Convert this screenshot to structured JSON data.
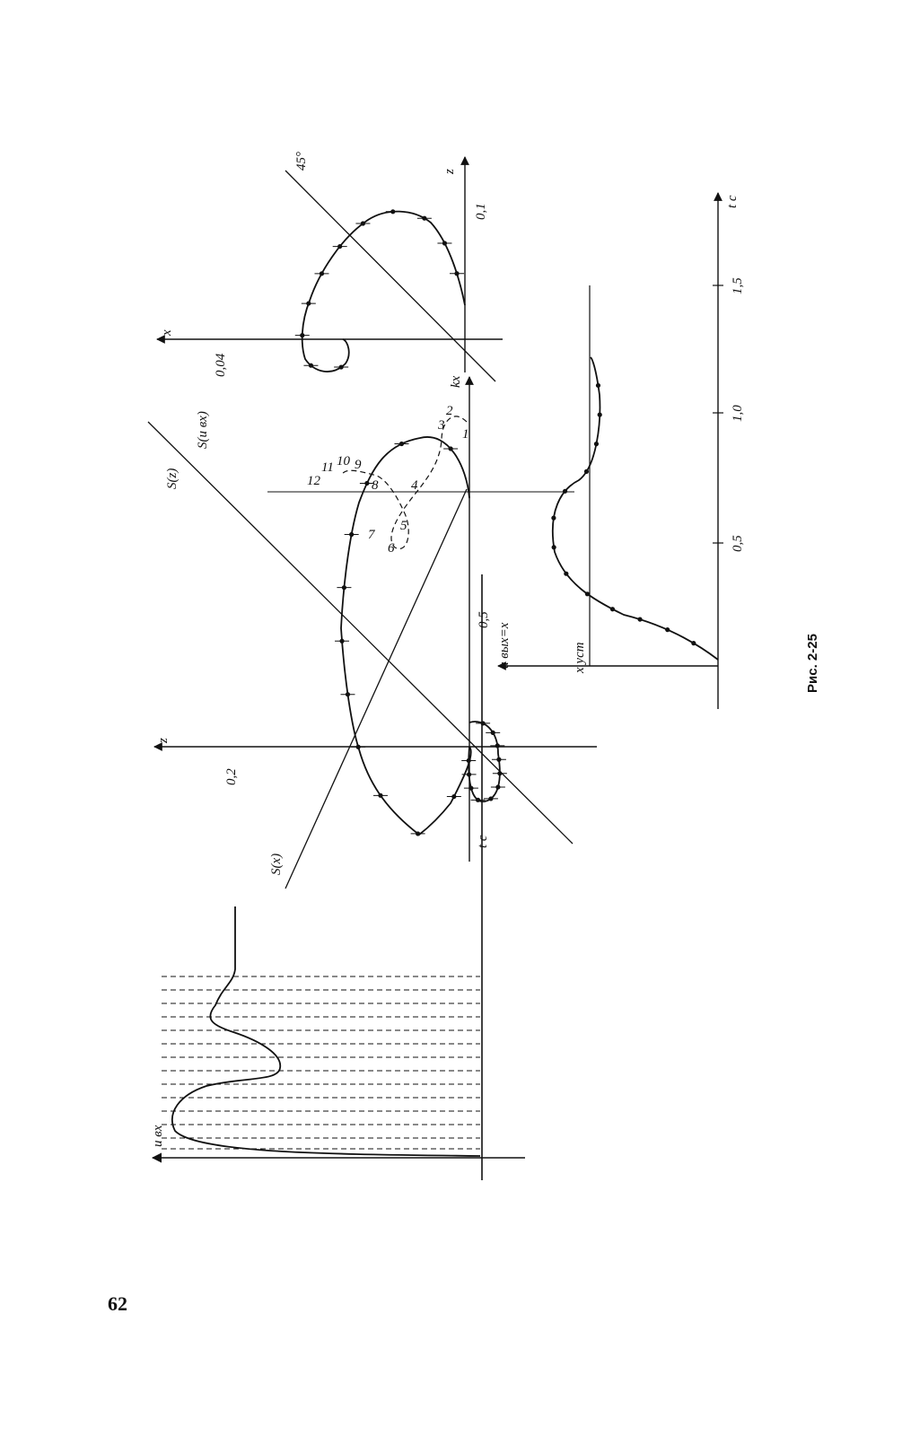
{
  "page": {
    "number": "62",
    "caption": "Рис. 2-25"
  },
  "labels": {
    "u_in": "u вх",
    "t_c_left": "t c",
    "z_axis": "z",
    "tick_0_2": "0,2",
    "s_x": "S(x)",
    "s_z": "S(z)",
    "s_uin": "S(u вх)",
    "tick_0_5_mid": "0,5",
    "u_out_eq_x": "u вых=x",
    "kx": "kx",
    "x_axis": "x",
    "tick_0_04": "0,04",
    "z_axis_right": "z",
    "tick_0_1": "0,1",
    "angle_45": "45°",
    "x_ust": "x уст",
    "tick_0_5": "0,5",
    "tick_1_0": "1,0",
    "tick_1_5": "1,5",
    "t_c_right": "t c",
    "point_numbers": [
      "1",
      "2",
      "3",
      "4",
      "5",
      "6",
      "7",
      "8",
      "9",
      "10",
      "11",
      "12"
    ]
  },
  "colors": {
    "ink": "#111111",
    "paper": "#ffffff"
  }
}
